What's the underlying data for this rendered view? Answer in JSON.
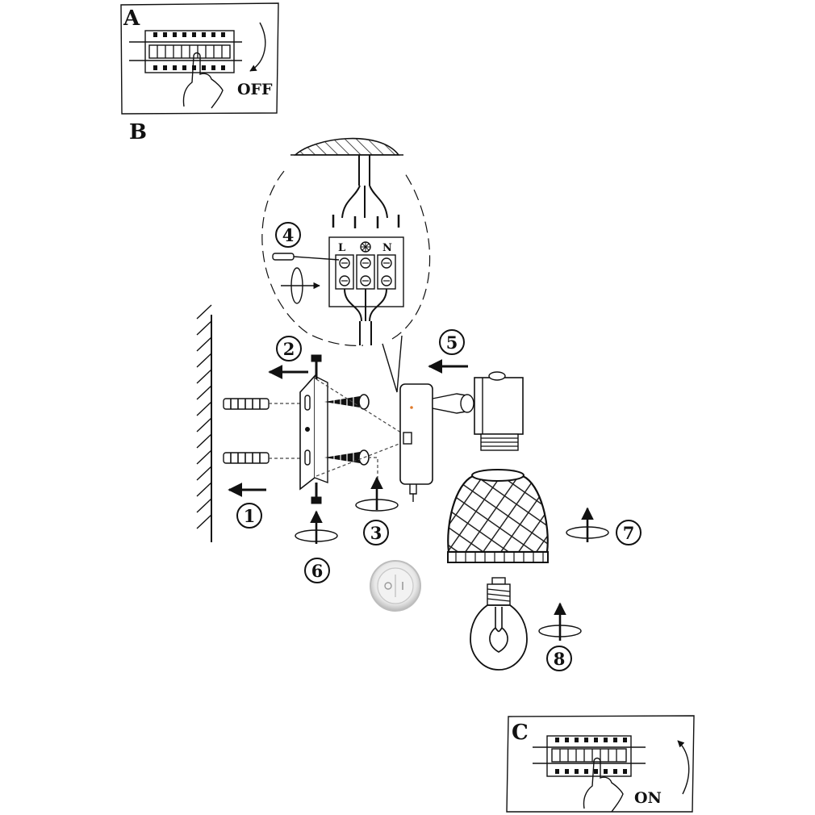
{
  "panels": {
    "a": {
      "letter": "A",
      "action": "OFF"
    },
    "b": {
      "letter": "B"
    },
    "c": {
      "letter": "C",
      "action": "ON"
    }
  },
  "terminal": {
    "live": "L",
    "neutral": "N"
  },
  "steps": [
    "1",
    "2",
    "3",
    "4",
    "5",
    "6",
    "7",
    "8"
  ],
  "colors": {
    "ink": "#111111",
    "switch_face": "#f2f2f2"
  }
}
